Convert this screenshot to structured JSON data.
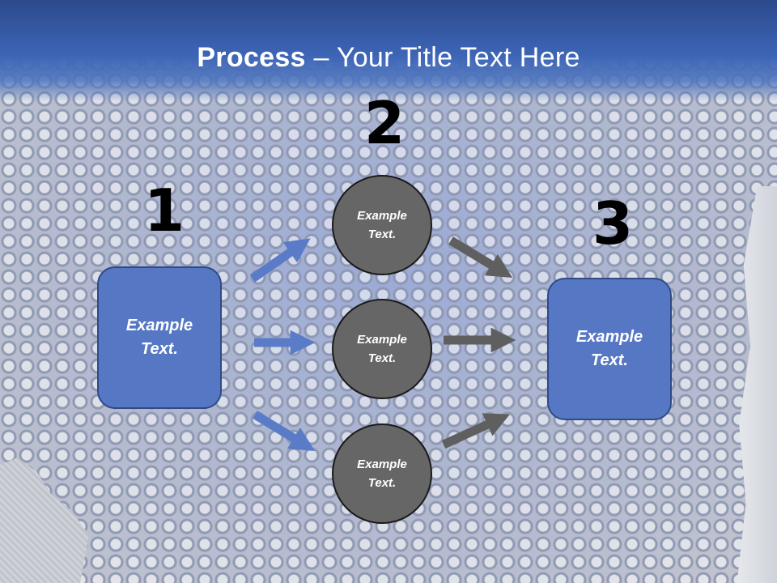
{
  "title": {
    "bold": "Process",
    "rest": " – Your Title Text Here"
  },
  "steps": {
    "one": "1",
    "two": "2",
    "three": "3"
  },
  "left_box": {
    "text": "Example Text."
  },
  "right_box": {
    "text": "Example Text."
  },
  "circles": [
    {
      "text": "Example Text."
    },
    {
      "text": "Example Text."
    },
    {
      "text": "Example Text."
    }
  ],
  "colors": {
    "header": "#3d65b6",
    "box": "#5678c4",
    "circle": "#666666",
    "blue_arrow": "#5a7cc8",
    "gray_arrow": "#5f5f5f"
  }
}
